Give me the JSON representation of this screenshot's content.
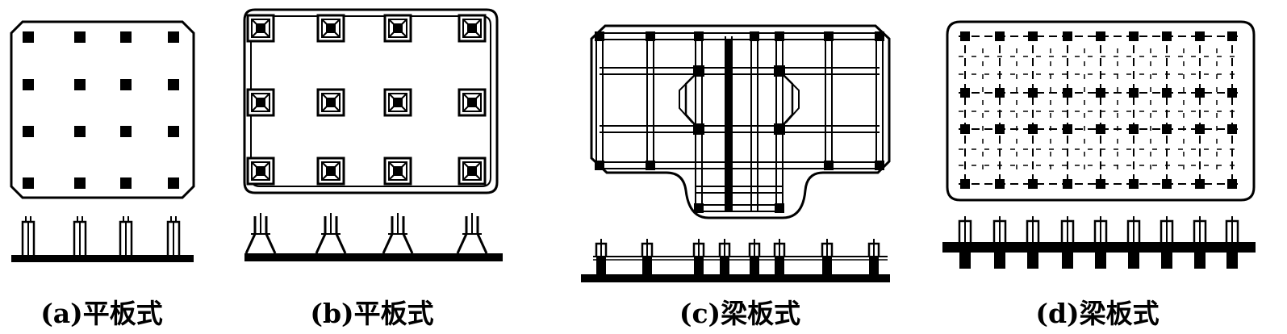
{
  "figure": {
    "panels": [
      {
        "id": "a",
        "caption": "(a)平板式"
      },
      {
        "id": "b",
        "caption": "(b)平板式"
      },
      {
        "id": "c",
        "caption": "(c)梁板式"
      },
      {
        "id": "d",
        "caption": "(d)梁板式"
      }
    ]
  },
  "colors": {
    "ink": "#000000",
    "paper": "#ffffff"
  }
}
